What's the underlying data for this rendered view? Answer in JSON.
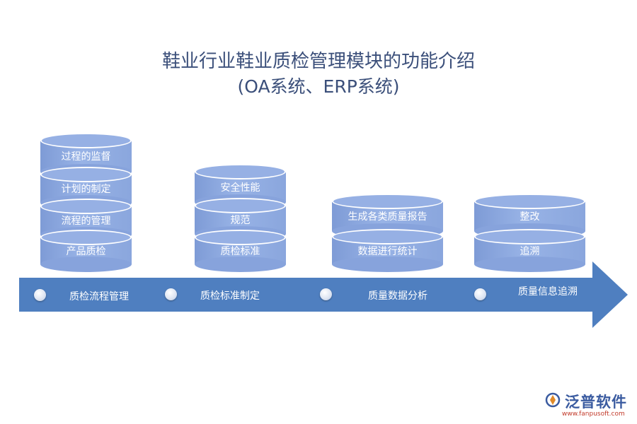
{
  "title": {
    "line1": "鞋业行业鞋业质检管理模块的功能介绍",
    "line2": "(OA系统、ERP系统)"
  },
  "stacks": [
    {
      "items": [
        "过程的监督",
        "计划的制定",
        "流程的管理",
        "产品质检"
      ]
    },
    {
      "items": [
        "安全性能",
        "规范",
        "质检标准"
      ]
    },
    {
      "items": [
        "生成各类质量报告",
        "数据进行统计"
      ]
    },
    {
      "items": [
        "整改",
        "追溯"
      ]
    }
  ],
  "timeline": {
    "steps": [
      "质检流程管理",
      "质检标准制定",
      "质量数据分析",
      "质量信息追溯"
    ]
  },
  "logo": {
    "name": "泛普软件",
    "url": "www.fanpusoft.com"
  },
  "colors": {
    "disk": "#8fa9e0",
    "arrow": "#4f7fc0",
    "title": "#3b4f7a"
  }
}
